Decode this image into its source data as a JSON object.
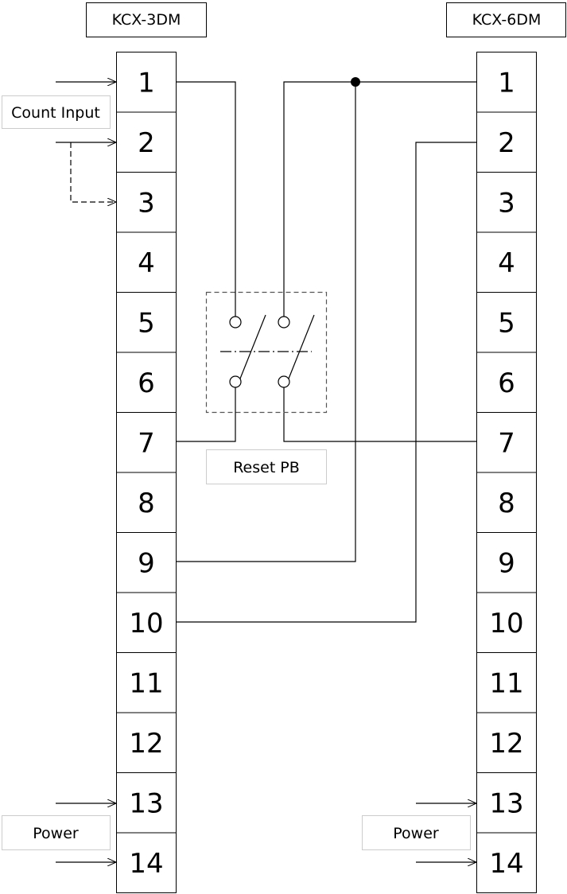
{
  "devices": [
    {
      "name": "KCX-3DM",
      "terminals": [
        "1",
        "2",
        "3",
        "4",
        "5",
        "6",
        "7",
        "8",
        "9",
        "10",
        "11",
        "12",
        "13",
        "14"
      ]
    },
    {
      "name": "KCX-6DM",
      "terminals": [
        "1",
        "2",
        "3",
        "4",
        "5",
        "6",
        "7",
        "8",
        "9",
        "10",
        "11",
        "12",
        "13",
        "14"
      ]
    }
  ],
  "labels": {
    "count_input": "Count Input",
    "reset_pb": "Reset PB",
    "power_left": "Power",
    "power_right": "Power"
  },
  "connections": [
    {
      "from": "KCX-3DM:1",
      "to": "Reset PB contact A (top)"
    },
    {
      "from": "KCX-3DM:7",
      "to": "Reset PB contact A (bottom)"
    },
    {
      "from": "KCX-6DM:1",
      "to": "Reset PB contact B (top)"
    },
    {
      "from": "KCX-6DM:7",
      "to": "Reset PB contact B (bottom)"
    },
    {
      "from": "KCX-3DM:9",
      "to": "KCX-6DM:1"
    },
    {
      "from": "KCX-3DM:10",
      "to": "KCX-6DM:2"
    }
  ]
}
